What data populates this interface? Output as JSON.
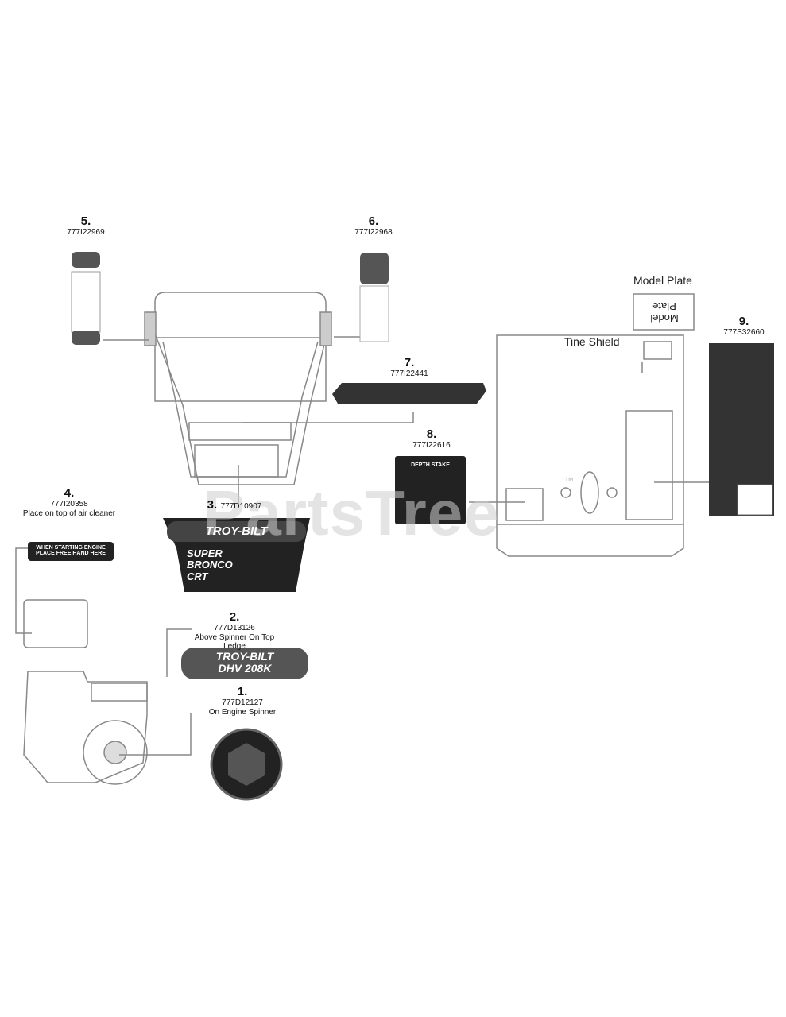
{
  "watermark": "PartsTree",
  "trademark": "™",
  "labels": {
    "model_plate": "Model Plate",
    "model_plate_decal": "Model Plate",
    "tine_shield": "Tine Shield"
  },
  "parts": [
    {
      "num": "1.",
      "part": "777D12127",
      "desc": "On Engine Spinner"
    },
    {
      "num": "2.",
      "part": "777D13126",
      "desc": "Above Spinner On Top Ledge"
    },
    {
      "num": "3.",
      "part": "777D10907",
      "desc": ""
    },
    {
      "num": "4.",
      "part": "777I20358",
      "desc": "Place on top of air cleaner"
    },
    {
      "num": "5.",
      "part": "777I22969",
      "desc": ""
    },
    {
      "num": "6.",
      "part": "777I22968",
      "desc": ""
    },
    {
      "num": "7.",
      "part": "777I22441",
      "desc": ""
    },
    {
      "num": "8.",
      "part": "777I22616",
      "desc": ""
    },
    {
      "num": "9.",
      "part": "777S32660",
      "desc": ""
    }
  ],
  "decals": {
    "d4_line1": "WHEN STARTING ENGINE",
    "d4_line2": "PLACE FREE HAND HERE",
    "d3_brand": "TROY-BILT",
    "d3_line1": "SUPER",
    "d3_line2": "BRONCO",
    "d3_line3": "CRT",
    "d2_brand": "TROY-BILT",
    "d2_line": "DHV 208K",
    "d8_title": "DEPTH STAKE"
  }
}
